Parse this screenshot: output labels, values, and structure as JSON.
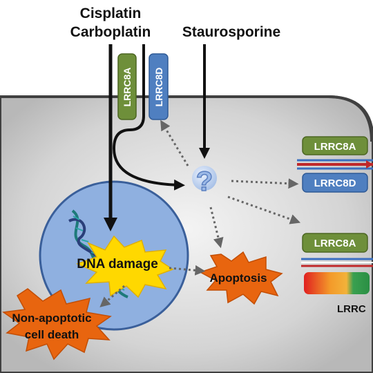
{
  "drugs": {
    "line1": "Cisplatin",
    "line2": "Carboplatin",
    "staurosporine": "Staurosporine"
  },
  "channels": {
    "lrrc8a_vertical": "LRRC8A",
    "lrrc8d_vertical": "LRRC8D",
    "lrrc8a_right_top": "LRRC8A",
    "lrrc8d_right": "LRRC8D",
    "lrrc8a_right_bottom": "LRRC8A",
    "lrrc_truncated": "LRRC"
  },
  "question_mark": "?",
  "labels": {
    "dna_damage": "DNA damage",
    "apoptosis": "Apoptosis",
    "non_apoptotic_line1": "Non-apoptotic",
    "non_apoptotic_line2": "cell death"
  },
  "colors": {
    "lrrc8a_green": "#6e8f3a",
    "lrrc8d_blue": "#4f7fc0",
    "nucleus_blue": "#8fb0e0",
    "burst_yellow": "#ffd800",
    "burst_orange": "#e8650f",
    "membrane_red": "#c0282a",
    "membrane_blue": "#3a6fc0"
  }
}
